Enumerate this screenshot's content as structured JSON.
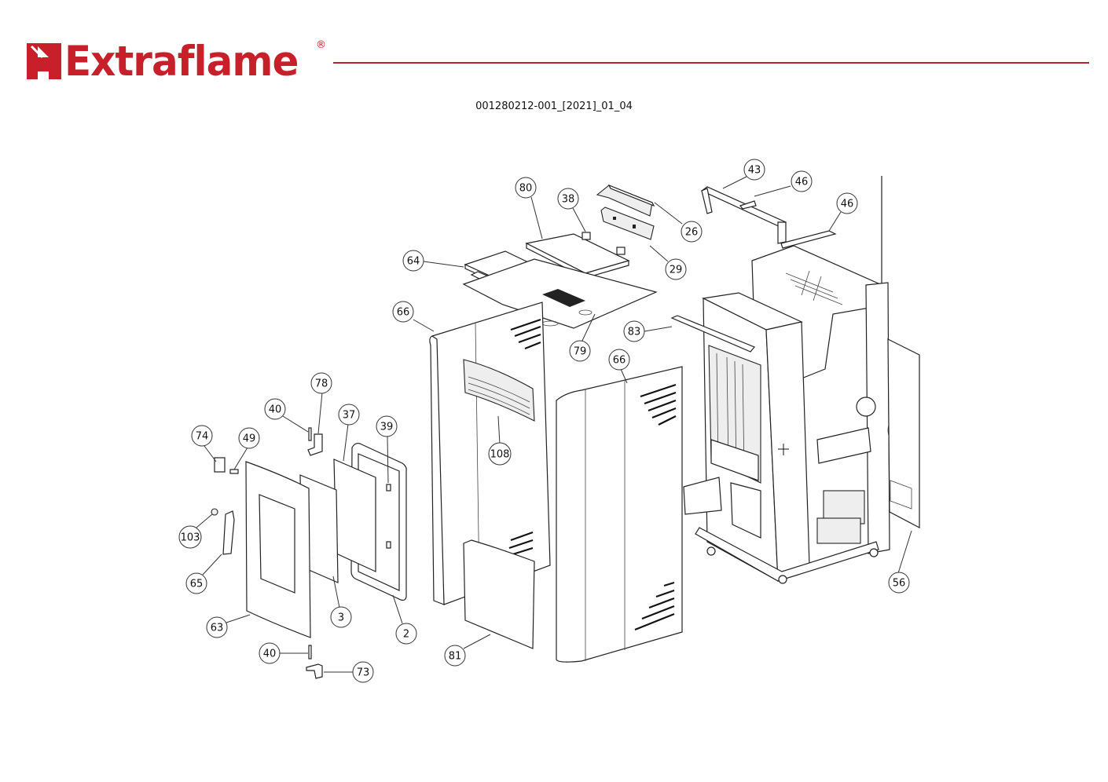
{
  "header": {
    "brand_name": "Extraflame",
    "brand_trademark": "®",
    "brand_color": "#c8202a",
    "rule_color": "#b8222a",
    "logo_icon": "extraflame-flame-mark-icon"
  },
  "document": {
    "code": "001280212-001_[2021]_01_04"
  },
  "diagram": {
    "title": "Exploded view – pellet stove cladding and body",
    "callouts": [
      {
        "label": "80",
        "part": "top-cover-rear"
      },
      {
        "label": "38",
        "part": "top-hinge-clip"
      },
      {
        "label": "26",
        "part": "hopper-lid-hinge"
      },
      {
        "label": "29",
        "part": "hopper-lid-housing"
      },
      {
        "label": "43",
        "part": "top-support-bracket"
      },
      {
        "label": "46",
        "part": "bracket-rail-upper"
      },
      {
        "label": "46",
        "part": "bracket-rail-lower"
      },
      {
        "label": "64",
        "part": "top-cover-front"
      },
      {
        "label": "66",
        "part": "side-panel-left"
      },
      {
        "label": "79",
        "part": "top-plate"
      },
      {
        "label": "83",
        "part": "cross-bar"
      },
      {
        "label": "66",
        "part": "side-panel-right"
      },
      {
        "label": "78",
        "part": "door-hinge-upper"
      },
      {
        "label": "40",
        "part": "hinge-pin-upper"
      },
      {
        "label": "37",
        "part": "door-glass"
      },
      {
        "label": "39",
        "part": "glass-clip"
      },
      {
        "label": "74",
        "part": "door-latch"
      },
      {
        "label": "49",
        "part": "latch-pin"
      },
      {
        "label": "108",
        "part": "front-grille"
      },
      {
        "label": "103",
        "part": "handle-screw"
      },
      {
        "label": "65",
        "part": "door-handle"
      },
      {
        "label": "63",
        "part": "door-frame"
      },
      {
        "label": "3",
        "part": "inner-door"
      },
      {
        "label": "2",
        "part": "door-gasket"
      },
      {
        "label": "81",
        "part": "lower-front-panel"
      },
      {
        "label": "40",
        "part": "hinge-pin-lower"
      },
      {
        "label": "73",
        "part": "door-hinge-lower"
      },
      {
        "label": "56",
        "part": "rear-panel"
      }
    ]
  }
}
